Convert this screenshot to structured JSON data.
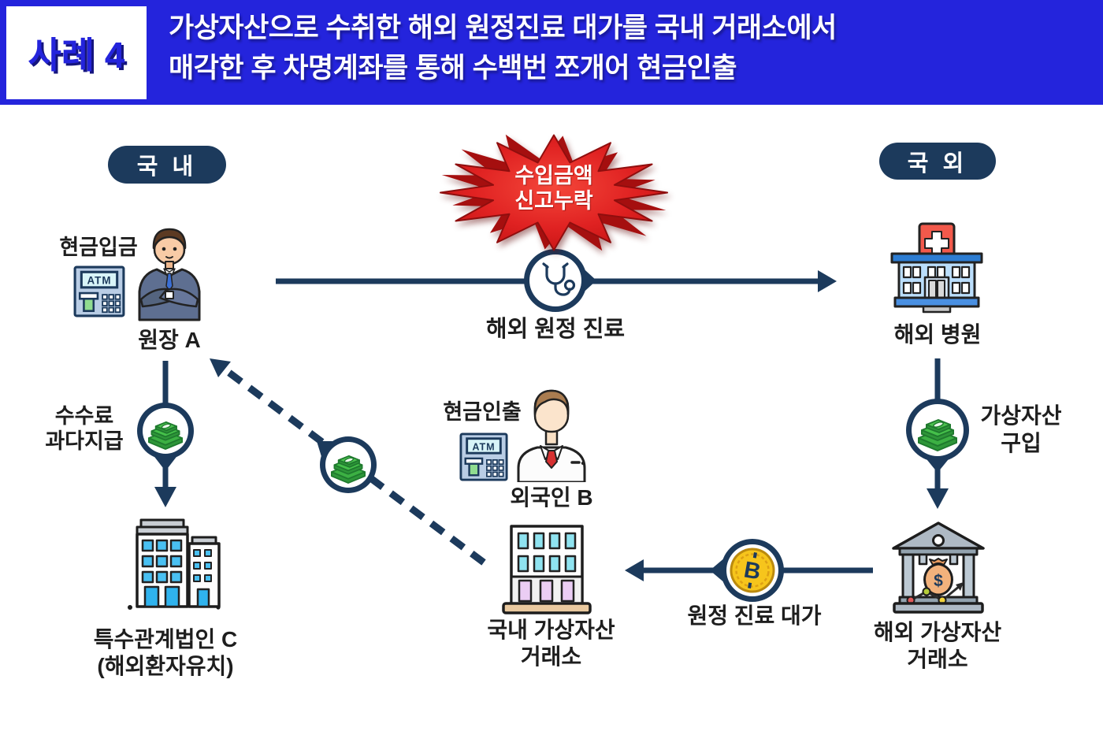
{
  "header": {
    "case_label": "사례 4",
    "title_line1": "가상자산으로 수취한 해외 원정진료 대가를 국내 거래소에서",
    "title_line2": "매각한 후 차명계좌를 통해 수백번 쪼개어 현금인출"
  },
  "regions": {
    "domestic": "국 내",
    "overseas": "국 외"
  },
  "alert": {
    "line1": "수입금액",
    "line2": "신고누락"
  },
  "nodes": {
    "director": {
      "label": "원장 A",
      "action": "현금입금"
    },
    "hospital": {
      "label": "해외 병원"
    },
    "foreigner": {
      "label": "외국인 B",
      "action": "현금인출"
    },
    "domestic_exchange": {
      "line1": "국내 가상자산",
      "line2": "거래소"
    },
    "overseas_exchange": {
      "line1": "해외 가상자산",
      "line2": "거래소"
    },
    "related_corp": {
      "line1": "특수관계법인 C",
      "line2": "(해외환자유치)"
    }
  },
  "flows": {
    "medical_trip": "해외 원정 진료",
    "crypto_purchase_line1": "가상자산",
    "crypto_purchase_line2": "구입",
    "treatment_payment": "원정 진료 대가",
    "fee_line1": "수수료",
    "fee_line2": "과다지급"
  },
  "icons": {
    "atm_label": "ATM",
    "bitcoin_symbol": "B",
    "dollar_symbol": "$"
  },
  "colors": {
    "header_blue": "#2424DC",
    "navy": "#1C3A5C",
    "alert_red": "#D92121",
    "money_green": "#3CB043",
    "bitcoin_gold": "#F6C51C"
  }
}
